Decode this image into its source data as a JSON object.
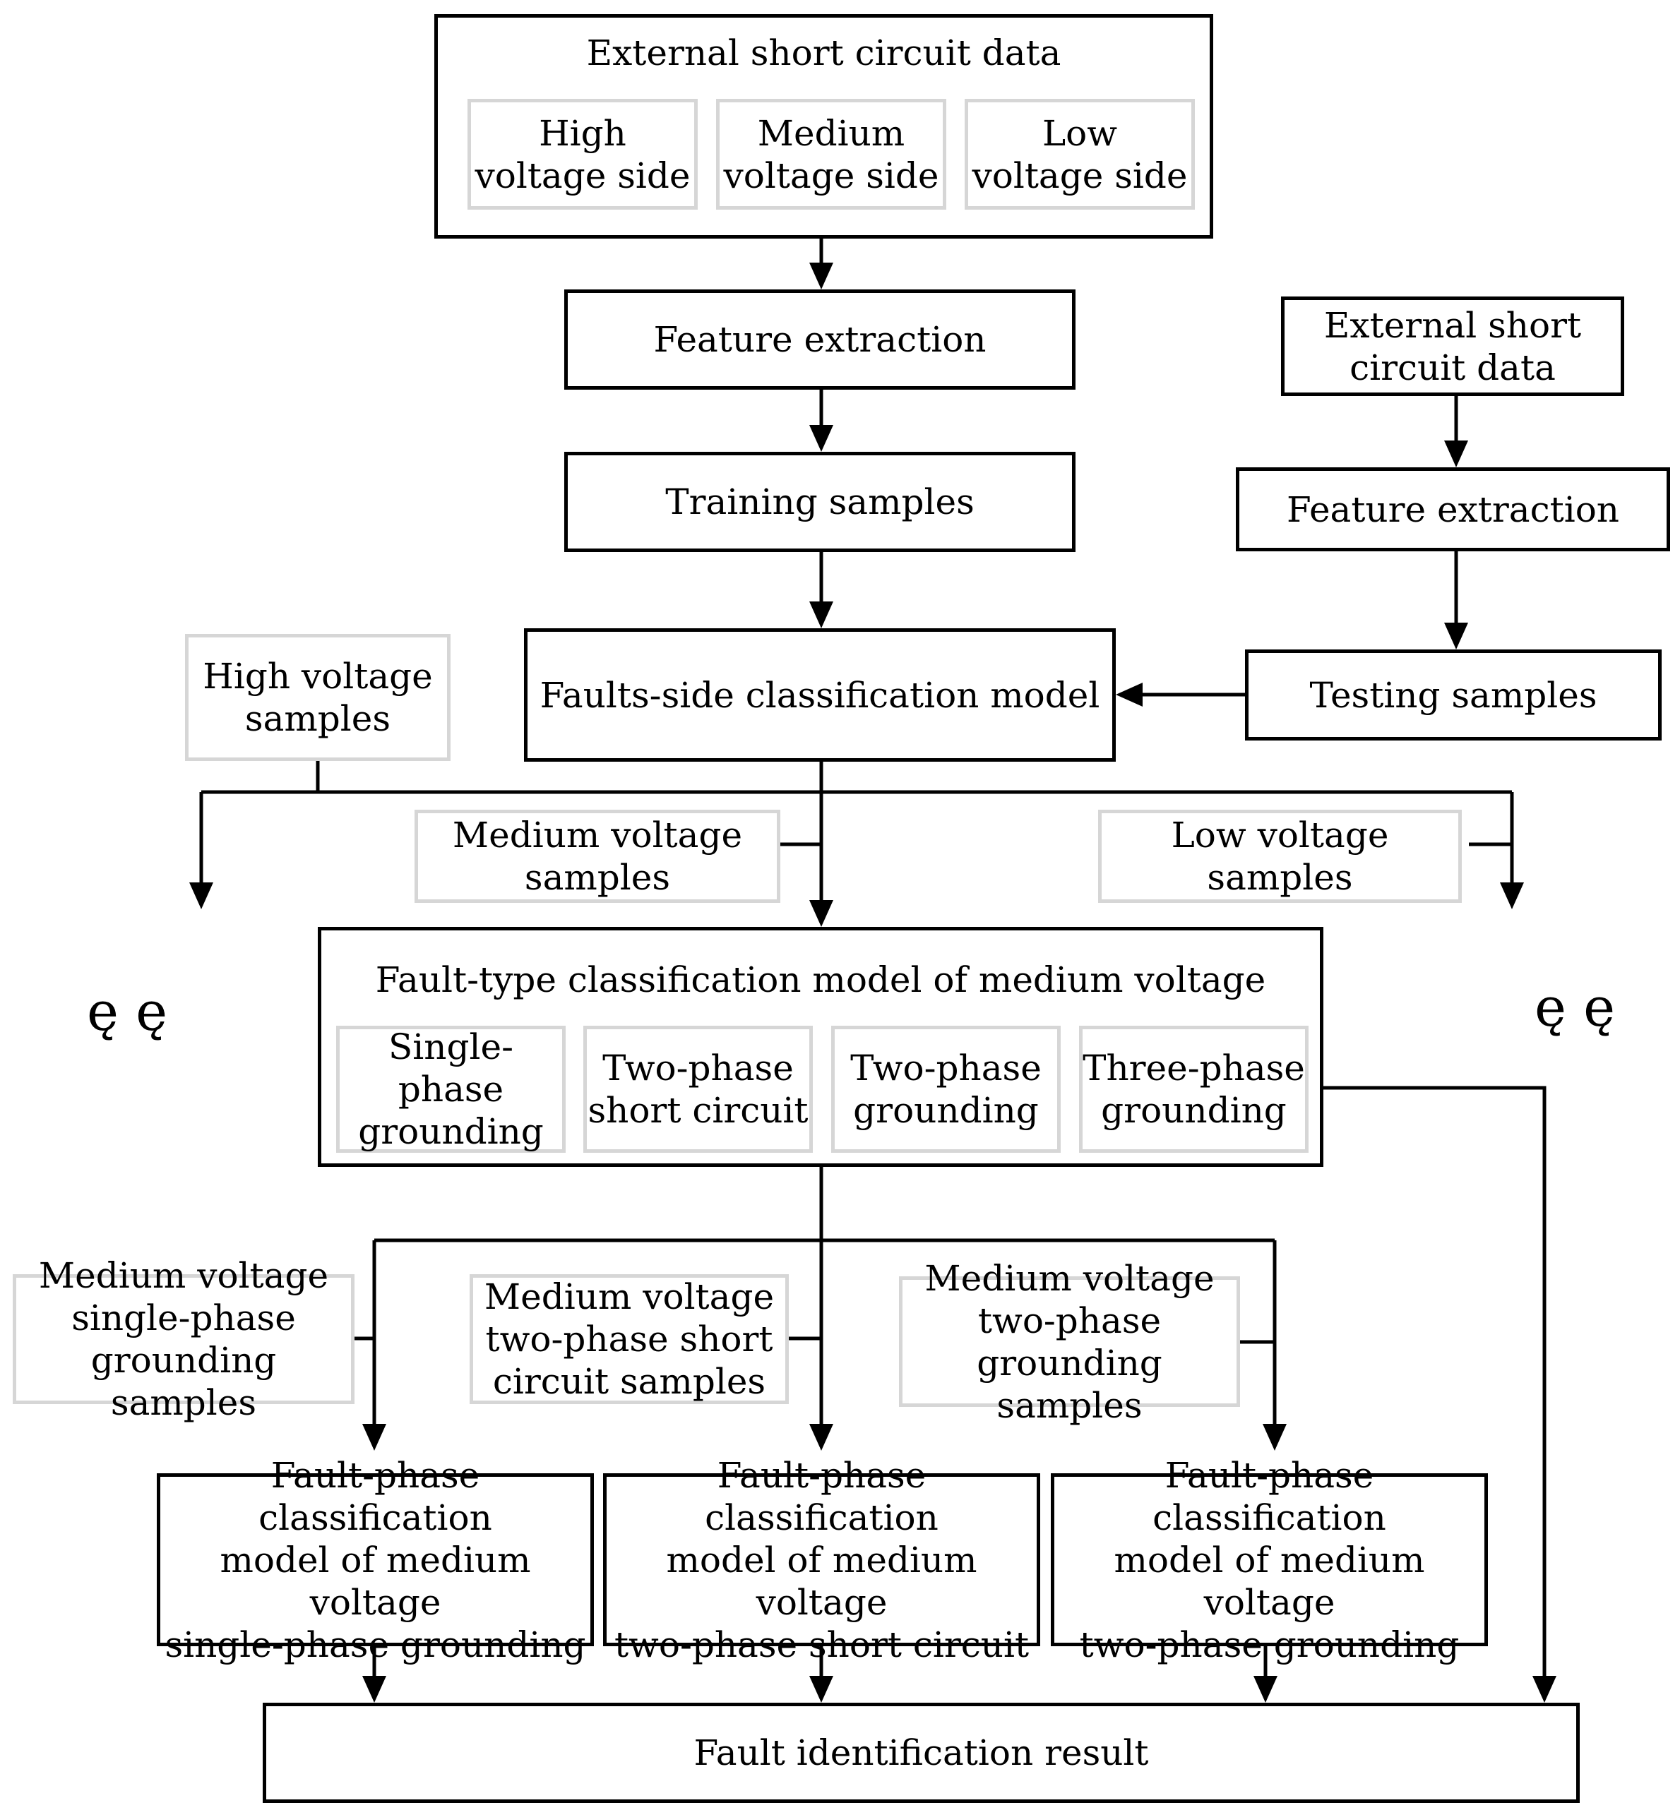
{
  "colors": {
    "main_border": "#000000",
    "side_border": "#d6d6d6",
    "arrow": "#000000"
  },
  "top_box": {
    "title": "External short circuit data",
    "sub": {
      "high": "High\nvoltage side",
      "medium": "Medium\nvoltage side",
      "low": "Low\nvoltage side"
    }
  },
  "left_column": {
    "feature_extraction": "Feature extraction",
    "training_samples": "Training samples",
    "faults_side_model": "Faults-side classification model"
  },
  "right_column": {
    "external_data": "External short\ncircuit  data",
    "feature_extraction": "Feature extraction",
    "testing_samples": "Testing samples"
  },
  "voltage_samples": {
    "high": "High voltage\nsamples",
    "medium": "Medium voltage\nsamples",
    "low": "Low voltage\nsamples"
  },
  "fault_type_model": {
    "title": "Fault-type classification model of medium voltage",
    "types": {
      "single_phase_grounding": "Single-phase\ngrounding",
      "two_phase_short_circuit": "Two-phase\nshort circuit",
      "two_phase_grounding": "Two-phase\ngrounding",
      "three_phase_grounding": "Three-phase\ngrounding"
    }
  },
  "phase_samples": {
    "single_phase_grounding": "Medium voltage\nsingle-phase\ngrounding samples",
    "two_phase_short_circuit": "Medium voltage\ntwo-phase short\ncircuit samples",
    "two_phase_grounding": "Medium voltage\ntwo-phase\ngrounding  samples"
  },
  "phase_models": {
    "single_phase_grounding": "Fault-phase classification\nmodel of medium voltage\nsingle-phase grounding",
    "two_phase_short_circuit": "Fault-phase classification\nmodel of medium voltage\ntwo-phase short circuit",
    "two_phase_grounding": "Fault-phase classification\nmodel of medium voltage\ntwo-phase grounding"
  },
  "result": "Fault identification result",
  "ellipsis_glyphs": {
    "left": "ę   ę",
    "right": "ę   ę"
  }
}
